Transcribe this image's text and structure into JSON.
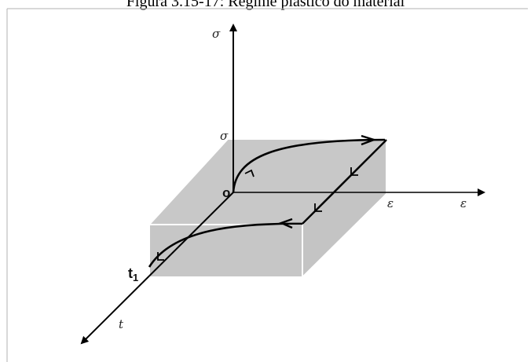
{
  "caption": "Figura 3.15-17: Regime plástico do material",
  "labels": {
    "sigma_axis": "σ",
    "sigma_tick": "σ",
    "origin": "o",
    "epsilon_tick": "ε",
    "epsilon_axis": "ε",
    "t1": "t",
    "t1_sub": "1",
    "t_axis": "t"
  },
  "colors": {
    "box_fill": "#c8c8c8",
    "box_edge": "#ffffff",
    "line": "#000000",
    "frame": "#b0b0b0"
  }
}
